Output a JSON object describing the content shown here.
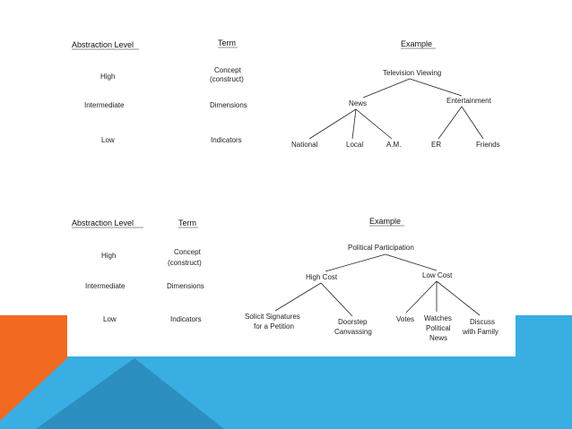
{
  "colors": {
    "orange": "#f26a21",
    "blue": "#39aee2",
    "dark_blue": "#2c8fc0",
    "paper": "#ffffff",
    "ink": "#222222"
  },
  "top": {
    "headers": {
      "level": "Abstraction Level",
      "term": "Term",
      "example": "Example"
    },
    "levels": [
      "High",
      "Intermediate",
      "Low"
    ],
    "terms": {
      "high_1": "Concept",
      "high_2": "(construct)",
      "mid": "Dimensions",
      "low": "Indicators"
    },
    "tree": {
      "root": "Television Viewing",
      "mid": [
        "News",
        "Entertainment"
      ],
      "leaves": [
        "National",
        "Local",
        "A.M.",
        "ER",
        "Friends"
      ]
    }
  },
  "bottom": {
    "headers": {
      "level": "Abstraction Level",
      "term": "Term",
      "example": "Example"
    },
    "levels": [
      "High",
      "Intermediate",
      "Low"
    ],
    "terms": {
      "high_1": "Concept",
      "high_2": "(construct)",
      "mid": "Dimensions",
      "low": "Indicators"
    },
    "tree": {
      "root": "Political Participation",
      "mid": [
        "High Cost",
        "Low Cost"
      ],
      "leaves": {
        "solicit_1": "Solicit Signatures",
        "solicit_2": "for a Petition",
        "door_1": "Doorstep",
        "door_2": "Canvassing",
        "votes": "Votes",
        "watch_1": "Watches",
        "watch_2": "Political",
        "watch_3": "News",
        "discuss_1": "Discuss",
        "discuss_2": "with Family"
      }
    }
  }
}
